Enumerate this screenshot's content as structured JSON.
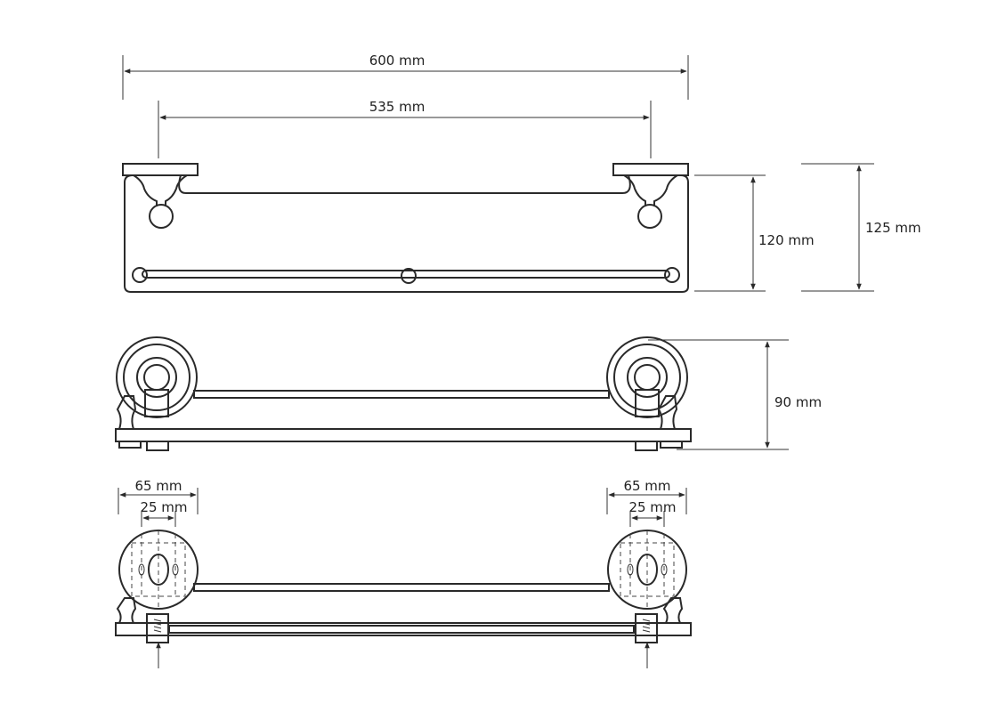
{
  "dimensions": {
    "total_width": "600 mm",
    "mount_spacing": "535 mm",
    "shelf_height": "120 mm",
    "overall_height": "125 mm",
    "depth": "90 mm",
    "rosette_left": "65 mm",
    "holes_left": "25 mm",
    "rosette_right": "65 mm",
    "holes_right": "25 mm"
  }
}
